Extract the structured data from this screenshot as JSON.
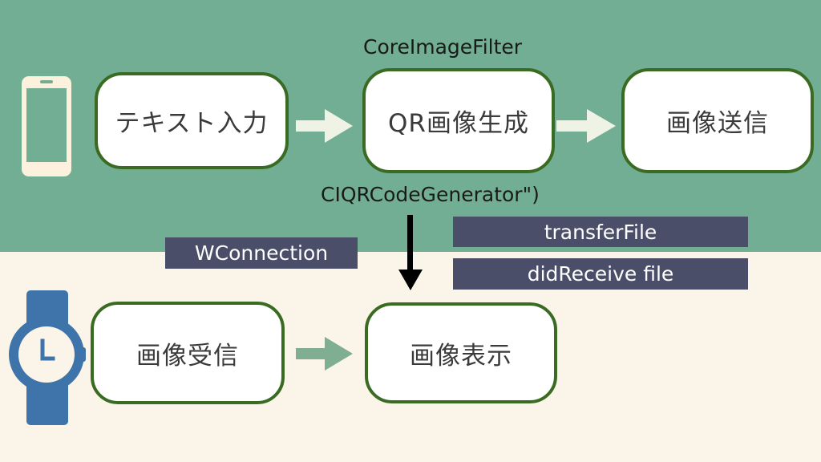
{
  "nodes": {
    "text_input": "テキスト入力",
    "qr_generate": "QR画像生成",
    "image_send": "画像送信",
    "image_receive": "画像受信",
    "image_display": "画像表示"
  },
  "captions": {
    "core_image_filter": "CoreImageFilter",
    "ciqr_generator": "CIQRCodeGenerator\")"
  },
  "api_labels": {
    "wconnection": "WConnection",
    "transfer_file": "transferFile",
    "did_receive_file": "didReceive file"
  },
  "icons": {
    "phone": "smartphone-icon",
    "watch": "wristwatch-icon"
  },
  "colors": {
    "top_background": "#72ae93",
    "bottom_background": "#fbf4e8",
    "node_border": "#3a6b22",
    "label_box": "#4a4e69",
    "arrow_light": "#eef3e6",
    "arrow_muted": "#7fae92",
    "watch_blue": "#3f74aa",
    "phone_cream": "#fbf1dd"
  }
}
